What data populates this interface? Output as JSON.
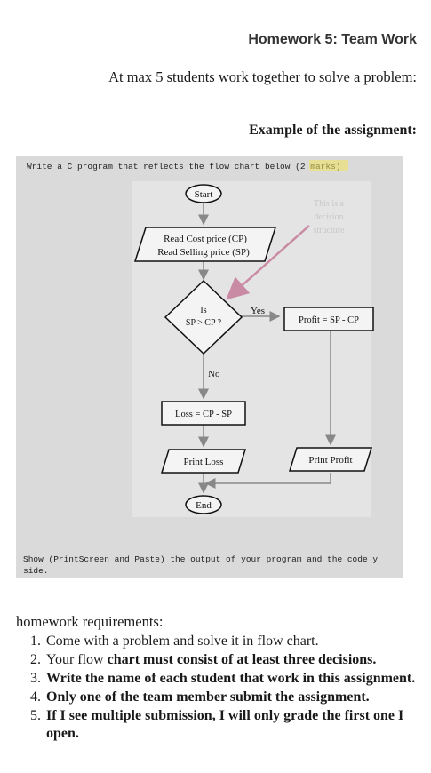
{
  "header": {
    "title": "Homework 5: Team Work",
    "intro": "At max 5 students work together to solve a problem:",
    "example_heading": "Example of the assignment:"
  },
  "photo": {
    "task_prefix": "Write a C program that reflects the flow chart below (",
    "task_marks": "2 marks",
    "task_suffix": ")",
    "flowchart": {
      "start": "Start",
      "input_line1": "Read Cost price (CP)",
      "input_line2": "Read Selling price (SP)",
      "note_line1": "This is a",
      "note_line2": "decision",
      "note_line3": "structure",
      "decision_line1": "Is",
      "decision_line2": "SP > CP ?",
      "yes": "Yes",
      "no": "No",
      "profit_calc": "Profit = SP - CP",
      "loss_calc": "Loss = CP - SP",
      "print_loss": "Print Loss",
      "print_profit": "Print Profit",
      "end": "End"
    },
    "footer_line1": "Show (PrintScreen and Paste) the output of your program and the code y",
    "footer_line2": "side."
  },
  "requirements": {
    "heading": "homework requirements:",
    "items": [
      {
        "num": "1.",
        "normal": "Come with a problem and solve it in flow chart.",
        "bold": ""
      },
      {
        "num": "2.",
        "normal": "Your flow ",
        "bold": "chart must consist of at least three decisions."
      },
      {
        "num": "3.",
        "normal": "",
        "bold": "Write the name of each student that work in this assignment."
      },
      {
        "num": "4.",
        "normal": "",
        "bold": "Only one of the team member submit the assignment."
      },
      {
        "num": "5.",
        "normal": "",
        "bold": "If I see multiple submission, I will only grade the first one I open."
      }
    ]
  },
  "colors": {
    "highlight": "#f2e35a",
    "note_arrow": "#c98aa3",
    "page_background": "#dadada"
  }
}
